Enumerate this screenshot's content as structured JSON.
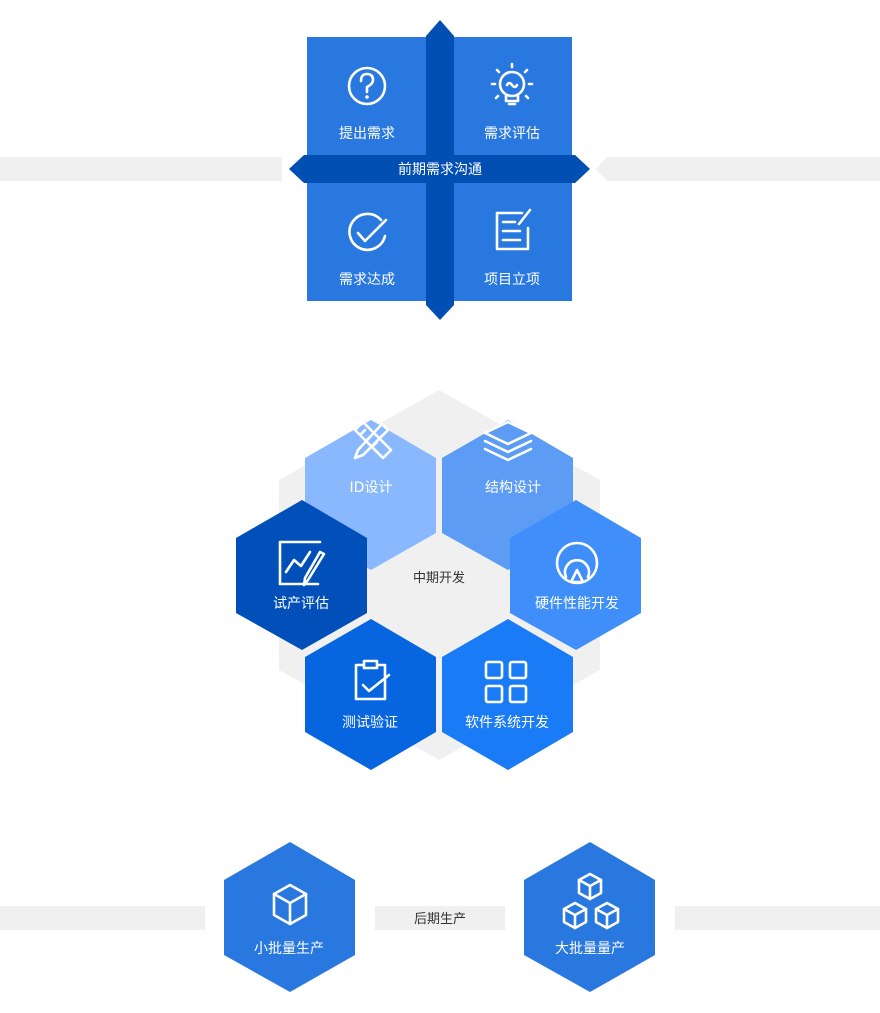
{
  "phase1": {
    "center_label": "前期需求沟通",
    "tiles": [
      {
        "label": "提出需求",
        "icon": "question-icon"
      },
      {
        "label": "需求评估",
        "icon": "lightbulb-icon"
      },
      {
        "label": "需求达成",
        "icon": "check-circle-icon"
      },
      {
        "label": "项目立项",
        "icon": "document-edit-icon"
      }
    ]
  },
  "phase2": {
    "center_label": "中期开发",
    "hexes": [
      {
        "label": "ID设计",
        "icon": "ruler-pencil-icon",
        "color": "#8ab8ff"
      },
      {
        "label": "结构设计",
        "icon": "layers-icon",
        "color": "#5c9cf4"
      },
      {
        "label": "试产评估",
        "icon": "chart-edit-icon",
        "color": "#0150b9"
      },
      {
        "label": "硬件性能开发",
        "icon": "performance-icon",
        "color": "#3f8ef9"
      },
      {
        "label": "测试验证",
        "icon": "clipboard-check-icon",
        "color": "#0865e0"
      },
      {
        "label": "软件系统开发",
        "icon": "grid-icon",
        "color": "#1a7bf6"
      }
    ]
  },
  "phase3": {
    "center_label": "后期生产",
    "hexes": [
      {
        "label": "小批量生产",
        "icon": "cube-icon",
        "color": "#2878df"
      },
      {
        "label": "大批量量产",
        "icon": "cubes-icon",
        "color": "#2878df"
      }
    ]
  },
  "colors": {
    "tile_blue": "#2878df",
    "arrow_blue": "#024fb3",
    "band_gray": "#f0f0f0"
  }
}
